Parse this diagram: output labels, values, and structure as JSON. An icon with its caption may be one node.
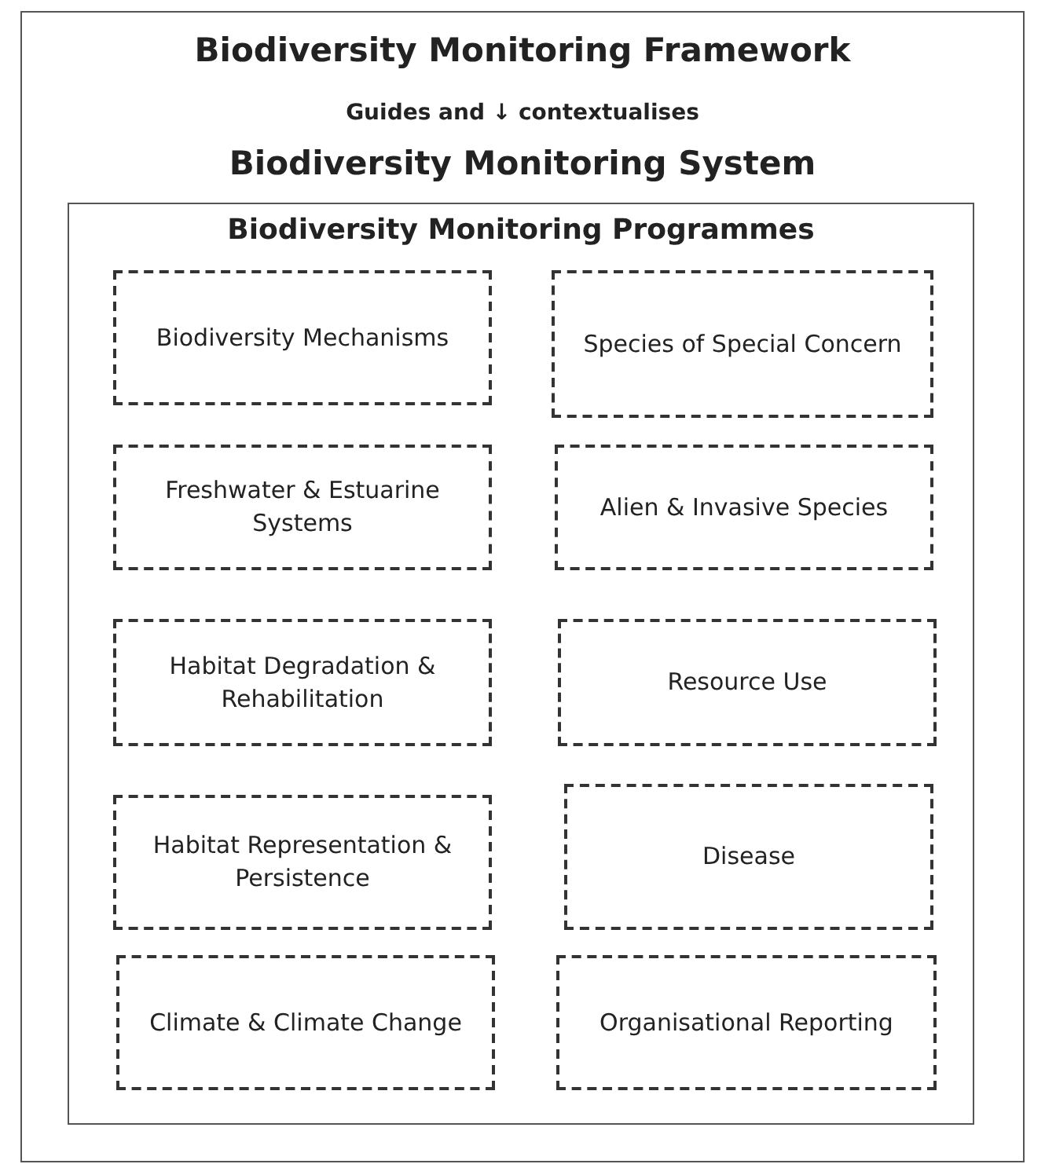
{
  "diagram": {
    "nodes": [
      {
        "text": [
          "Biodiversity Monitoring Framework",
          "Guides and ↓ contextualises",
          "Biodiversity Monitoring System"
        ]
      },
      {
        "text": [
          "Biodiversity Monitoring Programmes"
        ],
        "in": 0
      },
      {
        "text": [
          "Biodiversity Mechanisms"
        ],
        "in": 1
      },
      {
        "text": [
          "Species of Special Concern"
        ],
        "in": 1
      },
      {
        "text": [
          "Freshwater & Estuarine Systems"
        ],
        "in": 1
      },
      {
        "text": [
          "Alien & Invasive Species"
        ],
        "in": 1
      },
      {
        "text": [
          "Habitat Degradation & Rehabilitation"
        ],
        "in": 1
      },
      {
        "text": [
          "Resource Use"
        ],
        "in": 1
      },
      {
        "text": [
          "Habitat Representation & Persistence"
        ],
        "in": 1
      },
      {
        "text": [
          "Disease"
        ],
        "in": 1
      },
      {
        "text": [
          "Climate & Climate Change"
        ],
        "in": 1
      },
      {
        "text": [
          "Organisational Reporting"
        ],
        "in": 1
      }
    ]
  }
}
